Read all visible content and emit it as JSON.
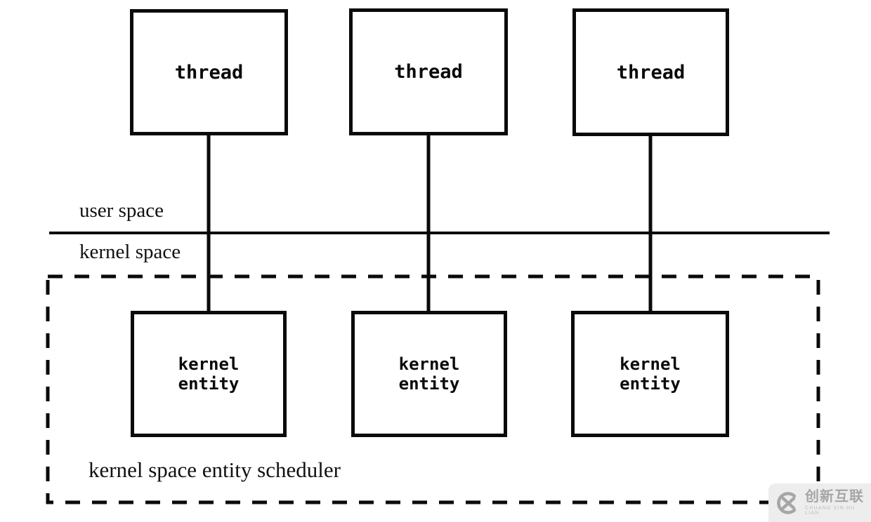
{
  "labels": {
    "user_space": "user space",
    "kernel_space": "kernel space",
    "scheduler": "kernel space entity scheduler"
  },
  "threads": [
    {
      "label": "thread"
    },
    {
      "label": "thread"
    },
    {
      "label": "thread"
    }
  ],
  "kernel_entities": [
    {
      "label": "kernel\nentity"
    },
    {
      "label": "kernel\nentity"
    },
    {
      "label": "kernel\nentity"
    }
  ],
  "watermark": {
    "name": "创新互联",
    "subtitle": "CHUANG XIN HU LIAN",
    "icon": "circle-x-logo-icon"
  },
  "colors": {
    "line": "#0a0a0a",
    "watermark_bg": "#ededed",
    "watermark_fg": "#a6a6a6"
  }
}
